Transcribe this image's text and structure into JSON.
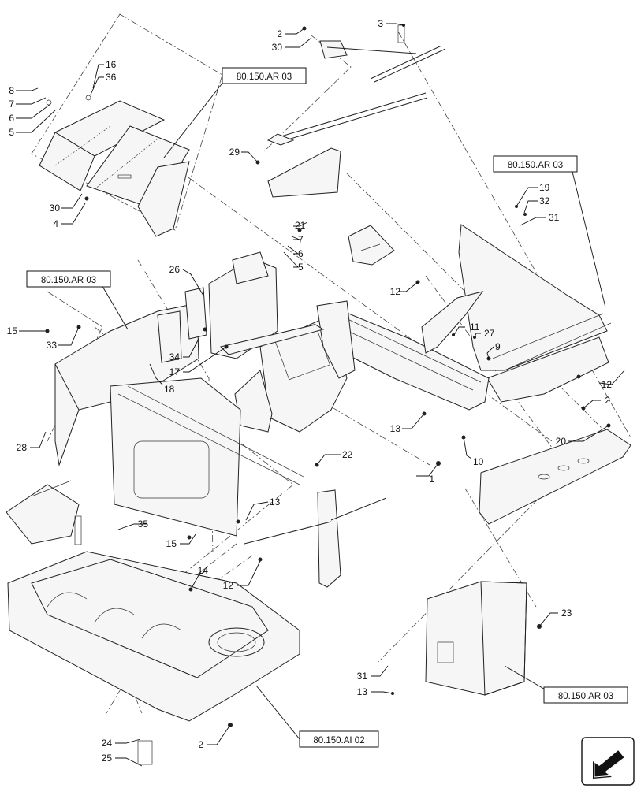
{
  "callouts": [
    {
      "id": "c-1",
      "text": "1"
    },
    {
      "id": "c-2a",
      "text": "2"
    },
    {
      "id": "c-2b",
      "text": "2"
    },
    {
      "id": "c-2c",
      "text": "2"
    },
    {
      "id": "c-3",
      "text": "3"
    },
    {
      "id": "c-4",
      "text": "4"
    },
    {
      "id": "c-5a",
      "text": "5"
    },
    {
      "id": "c-5b",
      "text": "5"
    },
    {
      "id": "c-6a",
      "text": "6"
    },
    {
      "id": "c-6b",
      "text": "6"
    },
    {
      "id": "c-7a",
      "text": "7"
    },
    {
      "id": "c-7b",
      "text": "7"
    },
    {
      "id": "c-8",
      "text": "8"
    },
    {
      "id": "c-9",
      "text": "9"
    },
    {
      "id": "c-10",
      "text": "10"
    },
    {
      "id": "c-11",
      "text": "11"
    },
    {
      "id": "c-12a",
      "text": "12"
    },
    {
      "id": "c-12b",
      "text": "12"
    },
    {
      "id": "c-12c",
      "text": "12"
    },
    {
      "id": "c-13a",
      "text": "13"
    },
    {
      "id": "c-13b",
      "text": "13"
    },
    {
      "id": "c-13c",
      "text": "13"
    },
    {
      "id": "c-14",
      "text": "14"
    },
    {
      "id": "c-15a",
      "text": "15"
    },
    {
      "id": "c-15b",
      "text": "15"
    },
    {
      "id": "c-16",
      "text": "16"
    },
    {
      "id": "c-17",
      "text": "17"
    },
    {
      "id": "c-18",
      "text": "18"
    },
    {
      "id": "c-19",
      "text": "19"
    },
    {
      "id": "c-20",
      "text": "20"
    },
    {
      "id": "c-21",
      "text": "21"
    },
    {
      "id": "c-22",
      "text": "22"
    },
    {
      "id": "c-23",
      "text": "23"
    },
    {
      "id": "c-24",
      "text": "24"
    },
    {
      "id": "c-25",
      "text": "25"
    },
    {
      "id": "c-26",
      "text": "26"
    },
    {
      "id": "c-27",
      "text": "27"
    },
    {
      "id": "c-28",
      "text": "28"
    },
    {
      "id": "c-29",
      "text": "29"
    },
    {
      "id": "c-30a",
      "text": "30"
    },
    {
      "id": "c-30b",
      "text": "30"
    },
    {
      "id": "c-31a",
      "text": "31"
    },
    {
      "id": "c-31b",
      "text": "31"
    },
    {
      "id": "c-32",
      "text": "32"
    },
    {
      "id": "c-33",
      "text": "33"
    },
    {
      "id": "c-34",
      "text": "34"
    },
    {
      "id": "c-35",
      "text": "35"
    },
    {
      "id": "c-36",
      "text": "36"
    }
  ],
  "references": [
    {
      "id": "ref-1",
      "text": "80.150.AR 03"
    },
    {
      "id": "ref-2",
      "text": "80.150.AR 03"
    },
    {
      "id": "ref-3",
      "text": "80.150.AR 03"
    },
    {
      "id": "ref-4",
      "text": "80.150.AR 03"
    },
    {
      "id": "ref-5",
      "text": "80.150.AI 02"
    }
  ],
  "nav_icon": "next-page-arrow-icon"
}
